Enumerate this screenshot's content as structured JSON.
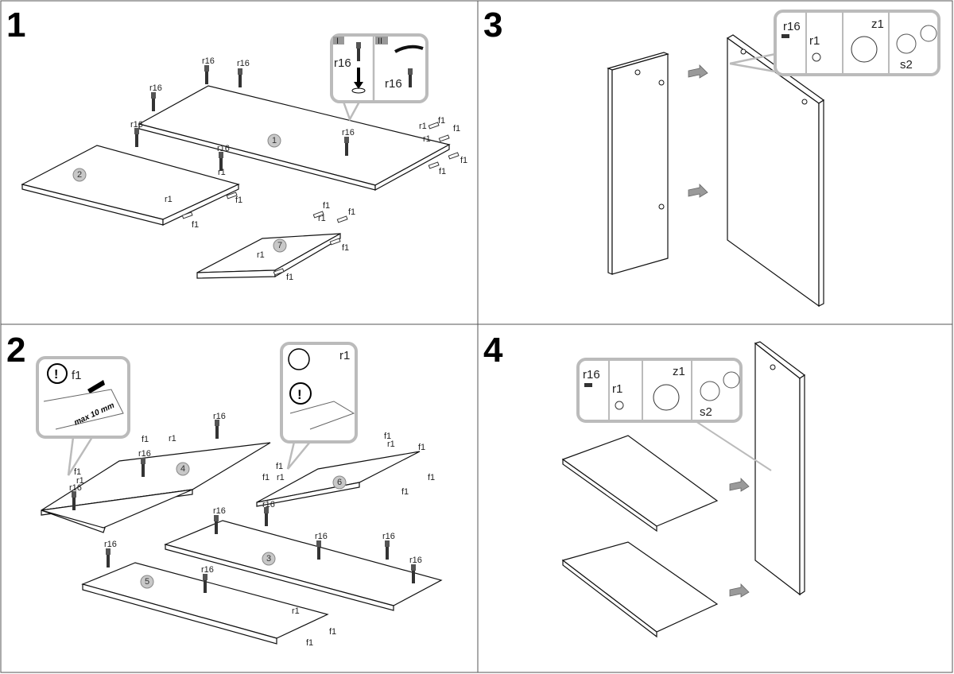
{
  "steps": [
    {
      "number": "1",
      "parts": [
        "1",
        "2",
        "7"
      ],
      "labels": {
        "r16": "r16",
        "f1": "f1",
        "r1": "r1"
      },
      "callout": {
        "stage_1": "I",
        "stage_2": "II",
        "part": "r16"
      }
    },
    {
      "number": "2",
      "parts": [
        "4",
        "6",
        "3",
        "5"
      ],
      "labels": {
        "r16": "r16",
        "f1": "f1",
        "r1": "r1"
      },
      "callout_left": {
        "part": "f1",
        "note": "max 10 mm"
      },
      "callout_right": {
        "part": "r1"
      }
    },
    {
      "number": "3",
      "callout": {
        "r16": "r16",
        "r1": "r1",
        "z1": "z1",
        "s2": "s2"
      }
    },
    {
      "number": "4",
      "callout": {
        "r16": "r16",
        "r1": "r1",
        "z1": "z1",
        "s2": "s2"
      }
    }
  ],
  "colors": {
    "callout_border": "#bbbbbb",
    "part_badge": "#c8c8c8",
    "arrow": "#9a9a9a"
  },
  "icons": [
    "warning-icon",
    "cam-lock-icon",
    "screwdriver-rotate-icon",
    "cover-cap-icon",
    "push-arrow-icon"
  ]
}
